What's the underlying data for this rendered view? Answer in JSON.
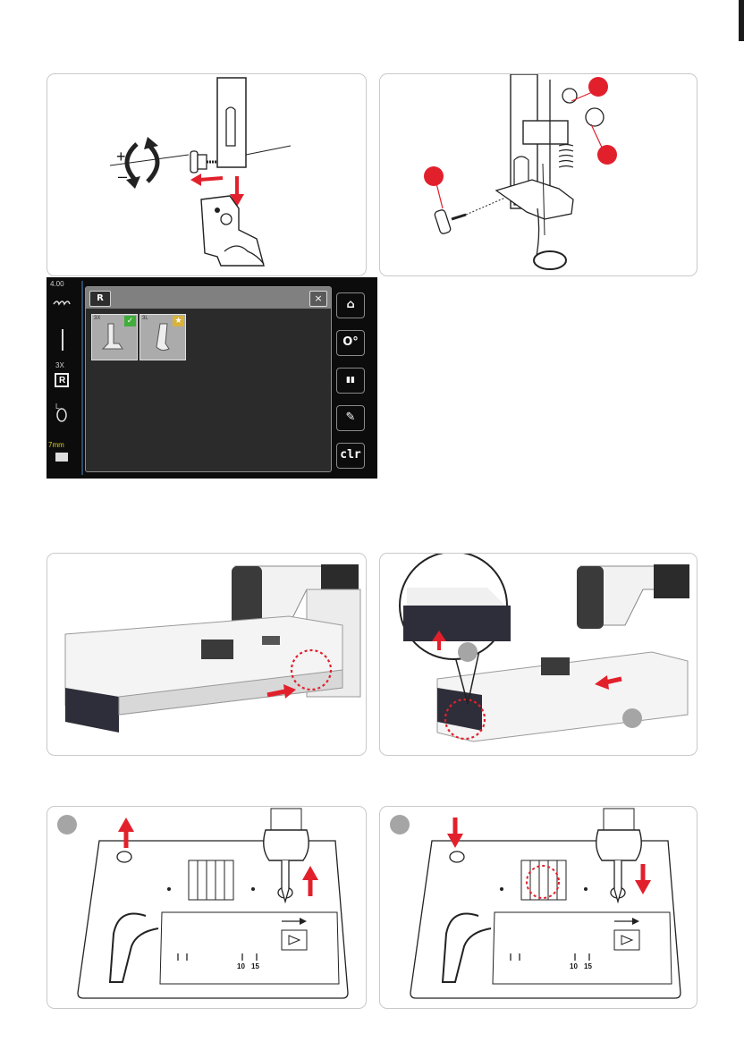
{
  "colors": {
    "accent_red": "#e2202c",
    "callout_gray": "#a5a5a5",
    "panel_border": "#c9c9c9",
    "screen_bg": "#0c0c0c",
    "check_green": "#3fae3a",
    "star_yellow": "#d9b23a"
  },
  "panel1": {
    "plus_sign": "+",
    "minus_sign": "–"
  },
  "screen": {
    "stitch_width": "4.00",
    "foot_number": "3X",
    "foot_label": "R",
    "bobbin_label": "L",
    "plate_label": "7mm",
    "right_buttons": [
      {
        "icon": "home-icon",
        "label": "⌂"
      },
      {
        "icon": "presser-foot-icon",
        "label": "O°"
      },
      {
        "icon": "book-icon",
        "label": "▮▮"
      },
      {
        "icon": "tutorial-icon",
        "label": "✎"
      },
      {
        "icon": "clear-icon",
        "label": "clr"
      }
    ],
    "dialog": {
      "tab_label": "R",
      "close_label": "×",
      "feet": [
        {
          "label": "3X",
          "badge": "✓",
          "badge_color": "#3fae3a"
        },
        {
          "label": "3L",
          "badge": "★",
          "badge_color": "#d9b23a"
        }
      ]
    }
  },
  "plate_marks": {
    "mark_10": "10",
    "mark_15": "15"
  }
}
